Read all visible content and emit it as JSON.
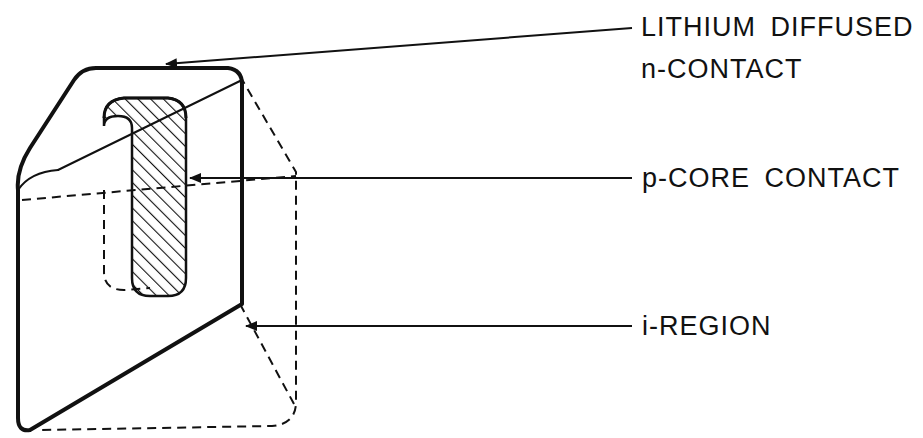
{
  "diagram": {
    "labels": [
      "LITHIUM DIFFUSED n-CONTACT",
      "p-CORE CONTACT",
      "i-REGION"
    ]
  }
}
